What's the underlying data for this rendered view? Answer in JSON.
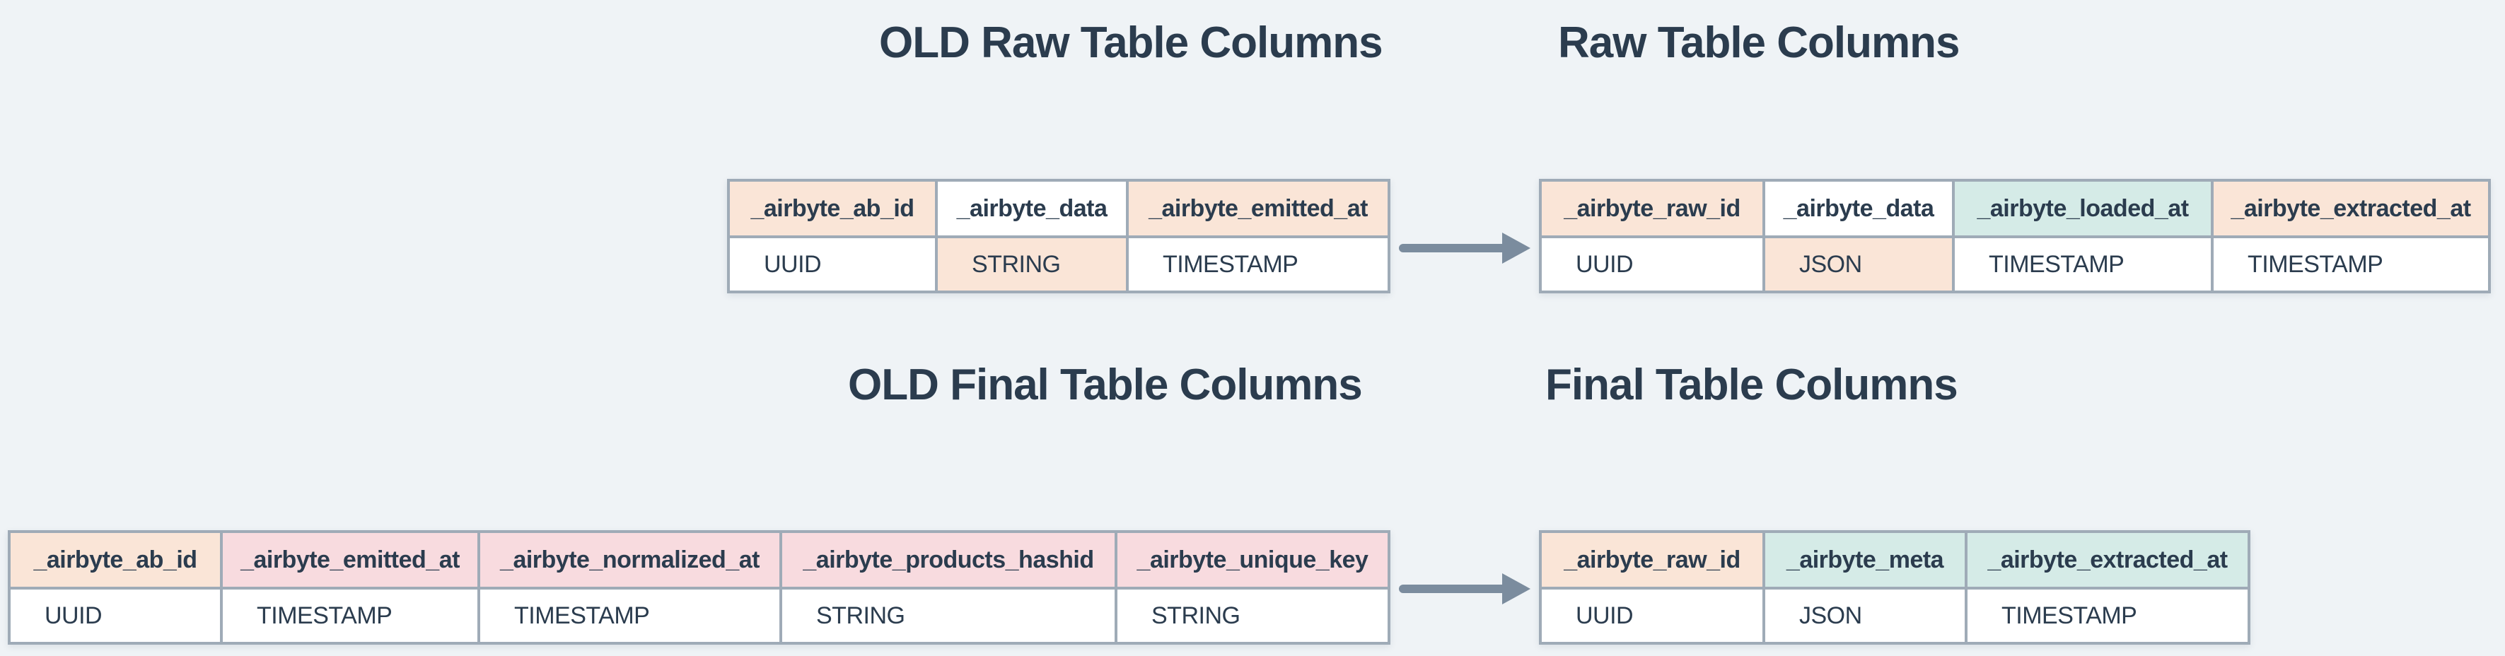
{
  "titles": {
    "old_raw": "OLD Raw Table Columns",
    "raw": "Raw Table Columns",
    "old_final": "OLD Final Table Columns",
    "final": "Final Table Columns"
  },
  "colors": {
    "background": "#eff3f6",
    "border": "#9fabb7",
    "text": "#2b3c4e",
    "arrow": "#7b8c9e",
    "peach": "#fae5d7",
    "pink": "#f8dbdf",
    "teal": "#d5ebe7",
    "white": "#ffffff"
  },
  "tables": {
    "old_raw": {
      "columns": [
        {
          "header": "_airbyte_ab_id",
          "header_bg": "peach",
          "type": "UUID",
          "type_bg": "white"
        },
        {
          "header": "_airbyte_data",
          "header_bg": "white",
          "type": "STRING",
          "type_bg": "peach"
        },
        {
          "header": "_airbyte_emitted_at",
          "header_bg": "peach",
          "type": "TIMESTAMP",
          "type_bg": "white"
        }
      ]
    },
    "raw": {
      "columns": [
        {
          "header": "_airbyte_raw_id",
          "header_bg": "peach",
          "type": "UUID",
          "type_bg": "white"
        },
        {
          "header": "_airbyte_data",
          "header_bg": "white",
          "type": "JSON",
          "type_bg": "peach"
        },
        {
          "header": "_airbyte_loaded_at",
          "header_bg": "teal",
          "type": "TIMESTAMP",
          "type_bg": "white"
        },
        {
          "header": "_airbyte_extracted_at",
          "header_bg": "peach",
          "type": "TIMESTAMP",
          "type_bg": "white"
        }
      ]
    },
    "old_final": {
      "columns": [
        {
          "header": "_airbyte_ab_id",
          "header_bg": "peach",
          "type": "UUID",
          "type_bg": "white"
        },
        {
          "header": "_airbyte_emitted_at",
          "header_bg": "pink",
          "type": "TIMESTAMP",
          "type_bg": "white"
        },
        {
          "header": "_airbyte_normalized_at",
          "header_bg": "pink",
          "type": "TIMESTAMP",
          "type_bg": "white"
        },
        {
          "header": "_airbyte_products_hashid",
          "header_bg": "pink",
          "type": "STRING",
          "type_bg": "white"
        },
        {
          "header": "_airbyte_unique_key",
          "header_bg": "pink",
          "type": "STRING",
          "type_bg": "white"
        }
      ]
    },
    "final": {
      "columns": [
        {
          "header": "_airbyte_raw_id",
          "header_bg": "peach",
          "type": "UUID",
          "type_bg": "white"
        },
        {
          "header": "_airbyte_meta",
          "header_bg": "teal",
          "type": "JSON",
          "type_bg": "white"
        },
        {
          "header": "_airbyte_extracted_at",
          "header_bg": "teal",
          "type": "TIMESTAMP",
          "type_bg": "white"
        }
      ]
    }
  }
}
